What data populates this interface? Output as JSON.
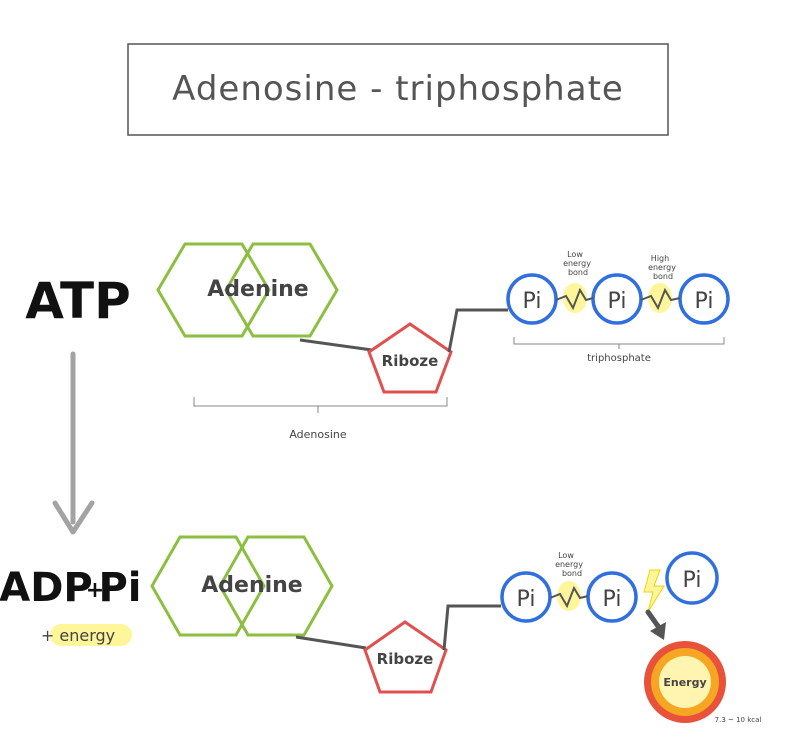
{
  "title": "Adenosine - triphosphate",
  "atp": {
    "label": "ATP",
    "adenine": "Adenine",
    "ribose": "Riboze",
    "phosphate": "Pi",
    "bond1": [
      "Low",
      "energy",
      "bond"
    ],
    "bond2": [
      "High",
      "energy",
      "bond"
    ],
    "triphosphate": "triphosphate",
    "adenosine": "Adenosine"
  },
  "adp": {
    "label_adp": "ADP",
    "plus": "+",
    "label_pi": "Pi",
    "energy_note": "+ energy",
    "adenine": "Adenine",
    "ribose": "Riboze",
    "phosphate": "Pi",
    "bond1": [
      "Low",
      "energy",
      "bond"
    ],
    "released_phosphate": "Pi",
    "energy": "Energy",
    "energy_amount": "7.3 ~ 10 kcal"
  },
  "colors": {
    "adenine": "#8cbf3f",
    "ribose": "#e05050",
    "phosphate": "#2f6fe0",
    "highlight": "#fff59a",
    "arrow": "#a3a3a3",
    "energy_outer": "#e8523a",
    "energy_mid": "#f6a623",
    "energy_inner": "#fff5b0"
  }
}
